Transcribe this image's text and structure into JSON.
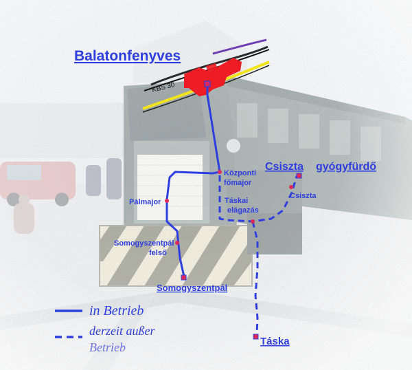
{
  "map": {
    "town": "Balatonfenyves",
    "mainline_label": "KBS 30",
    "stations": {
      "kozponti": [
        "Központi",
        "főmajor"
      ],
      "palmajor": "Pálmajor",
      "somfelso": [
        "Somogyszentpál",
        "felső"
      ],
      "somogyszentpal": "Somogyszentpál",
      "taskai": [
        "Táskai",
        "elágazás"
      ],
      "csiszta": "Csiszta",
      "csiszta_gyogy": [
        "Csiszta",
        "gyógyfürdő"
      ],
      "taska": "Táska"
    }
  },
  "legend": {
    "in_service": "in Betrieb",
    "out_of_service": [
      "derzeit außer",
      "Betrieb"
    ]
  },
  "colors": {
    "route": "#2f3fdf",
    "label": "#2f3fdf",
    "town_block": "#ee1c24",
    "mainline_yellow": "#f2e31a",
    "mainline_purple": "#6d3fb2",
    "station_marker": "#e0285a"
  }
}
